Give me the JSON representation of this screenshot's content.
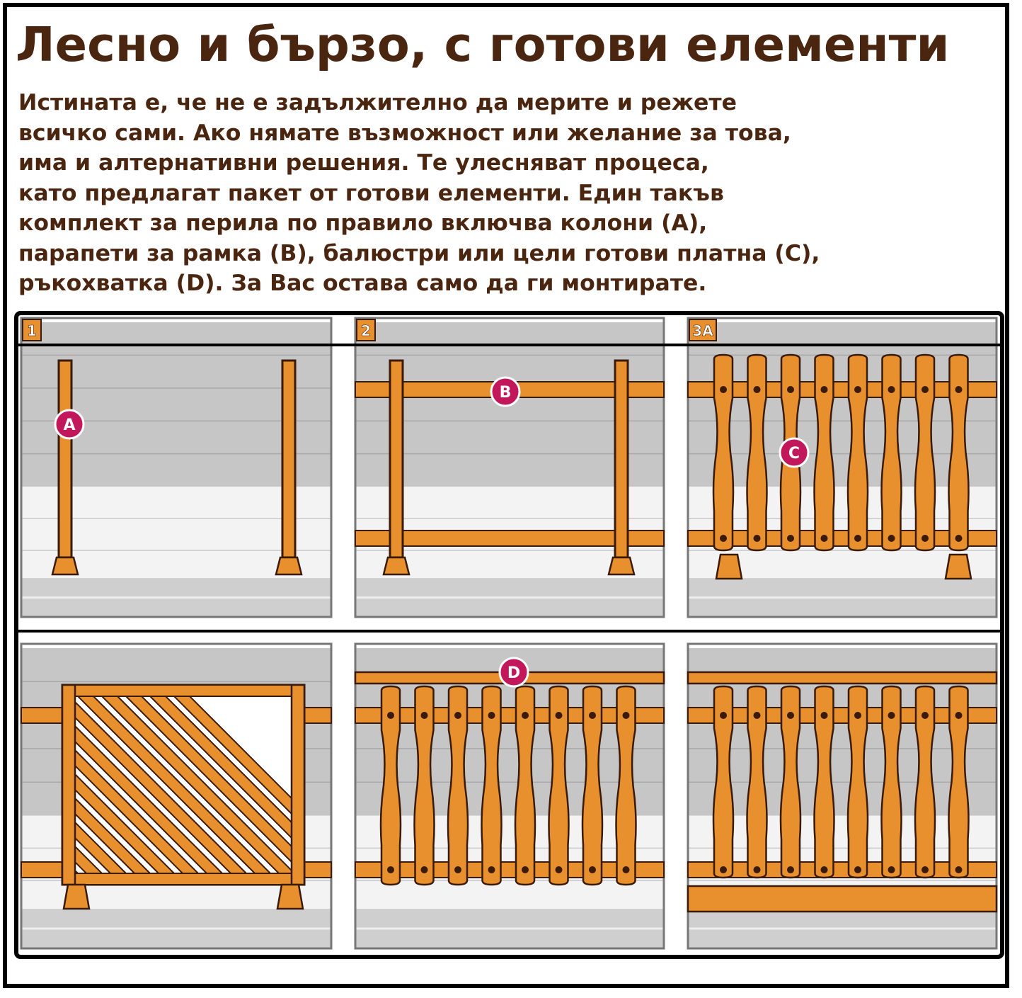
{
  "title": "Лесно и бързо, с готови елементи",
  "intro_lines": [
    "Истината е, че не е задължително да мерите и режете",
    "всичко сами.  Ако нямате възможност или желание за това,",
    "има и алтернативни решения. Те улесняват процеса,",
    "като предлагат пакет от готови елементи. Един такъв",
    "комплект за перила по правило включва колони (А),",
    "парапети за рамка (В), балюстри или цели готови платна  (С),",
    "ръкохватка (D). За Вас остава само да ги монтирате."
  ],
  "steps": [
    {
      "number": "1",
      "marker": "A"
    },
    {
      "number": "2",
      "marker": "B"
    },
    {
      "number": "3A",
      "marker": "C"
    },
    {
      "number": "",
      "marker": ""
    },
    {
      "number": "",
      "marker": "D"
    },
    {
      "number": "",
      "marker": ""
    }
  ],
  "colors": {
    "title": "#4a2510",
    "wood": "#e8902e",
    "wood_outline": "#3a1a08",
    "marker": "#c2185b",
    "wall": "#c6c6c6",
    "wall_light": "#f3f3f3",
    "deck": "#cfcfcf"
  }
}
